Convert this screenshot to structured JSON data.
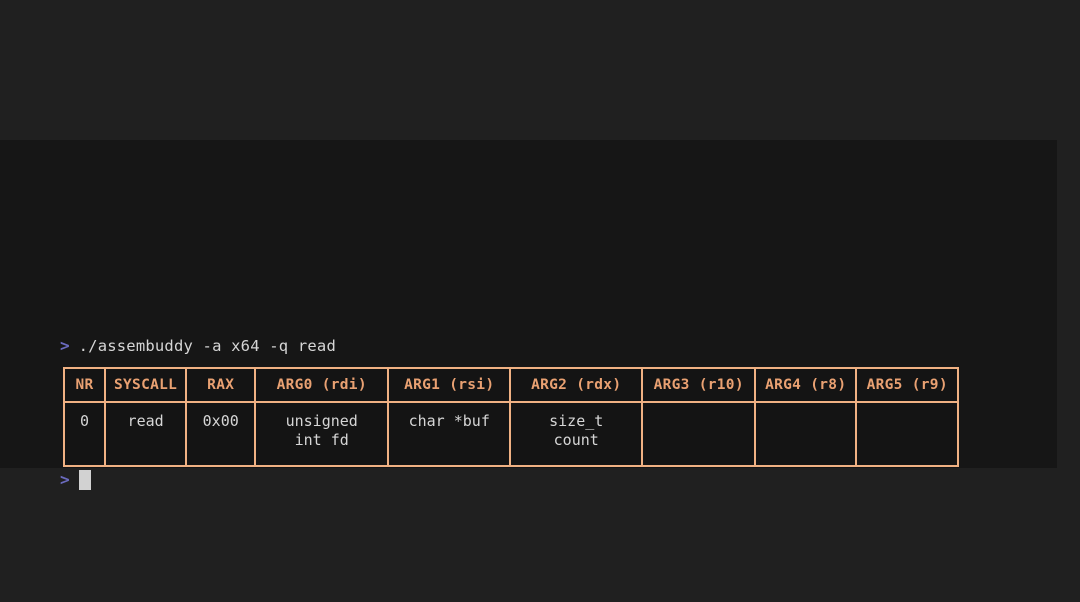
{
  "terminal": {
    "prompt_symbol": ">",
    "command": "./assembuddy -a x64 -q read",
    "cursor": "",
    "colors": {
      "outer_background": "#202020",
      "panel_background": "#161616",
      "cell_background": "#141414",
      "table_border": "#f0b183",
      "header_text": "#e9a172",
      "body_text": "#d6d6d6",
      "prompt": "#6b6bbf",
      "cursor": "#d2d2d2"
    }
  },
  "table": {
    "columns": [
      "NR",
      "SYSCALL",
      "RAX",
      "ARG0 (rdi)",
      "ARG1 (rsi)",
      "ARG2 (rdx)",
      "ARG3 (r10)",
      "ARG4 (r8)",
      "ARG5 (r9)"
    ],
    "rows": [
      {
        "nr": "0",
        "syscall": "read",
        "rax": "0x00",
        "arg0": "unsigned\nint fd",
        "arg1": "char *buf",
        "arg2": "size_t\ncount",
        "arg3": "",
        "arg4": "",
        "arg5": ""
      }
    ]
  }
}
